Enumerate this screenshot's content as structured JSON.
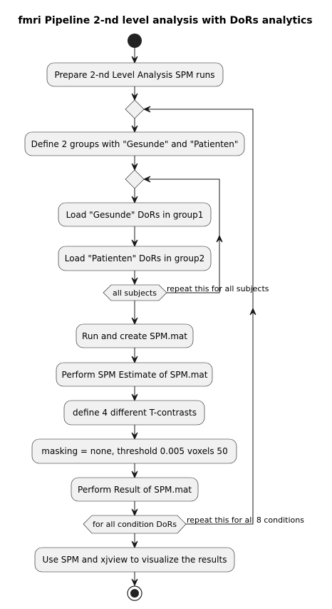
{
  "title": "fmri Pipeline 2-nd level analysis with DoRs analytics",
  "steps": {
    "prepare": "Prepare 2-nd Level Analysis SPM runs",
    "define_groups": "Define 2 groups with \"Gesunde\" and \"Patienten\"",
    "load_gesunde": "Load \"Gesunde\" DoRs in group1",
    "load_patienten": "Load \"Patienten\" DoRs in group2",
    "run_create": "Run and create SPM.mat",
    "estimate": "Perform SPM Estimate of SPM.mat",
    "contrasts": "define 4 different T-contrasts",
    "masking": "masking = none, threshold 0.005 voxels 50",
    "result": "Perform Result of SPM.mat",
    "visualize": "Use SPM and xjview to visualize the results"
  },
  "conditions": {
    "inner_loop": "all subjects",
    "inner_repeat": "repeat this for all subjects",
    "outer_loop": "for all condition DoRs",
    "outer_repeat": "repeat this for all 8 conditions"
  }
}
